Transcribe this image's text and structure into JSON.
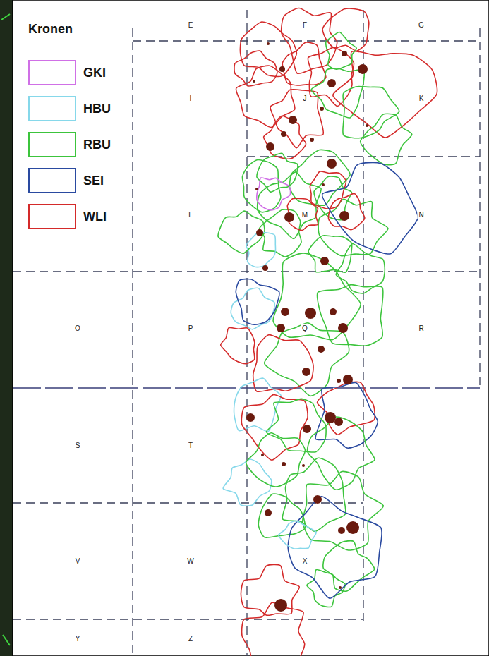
{
  "diagram": {
    "title": "Kronen",
    "labels": [
      "E",
      "F",
      "G",
      "I",
      "J",
      "K",
      "L",
      "M",
      "N",
      "O",
      "P",
      "Q",
      "R",
      "S",
      "T",
      "V",
      "W",
      "X",
      "Y",
      "Z"
    ],
    "legend": [
      {
        "text": "GKI",
        "color": "#d070e6"
      },
      {
        "text": "HBU",
        "color": "#86d8ea"
      },
      {
        "text": "RBU",
        "color": "#3cc43c"
      },
      {
        "text": "SEI",
        "color": "#2a4aa0"
      },
      {
        "text": "WLI",
        "color": "#d42a2a"
      }
    ]
  }
}
